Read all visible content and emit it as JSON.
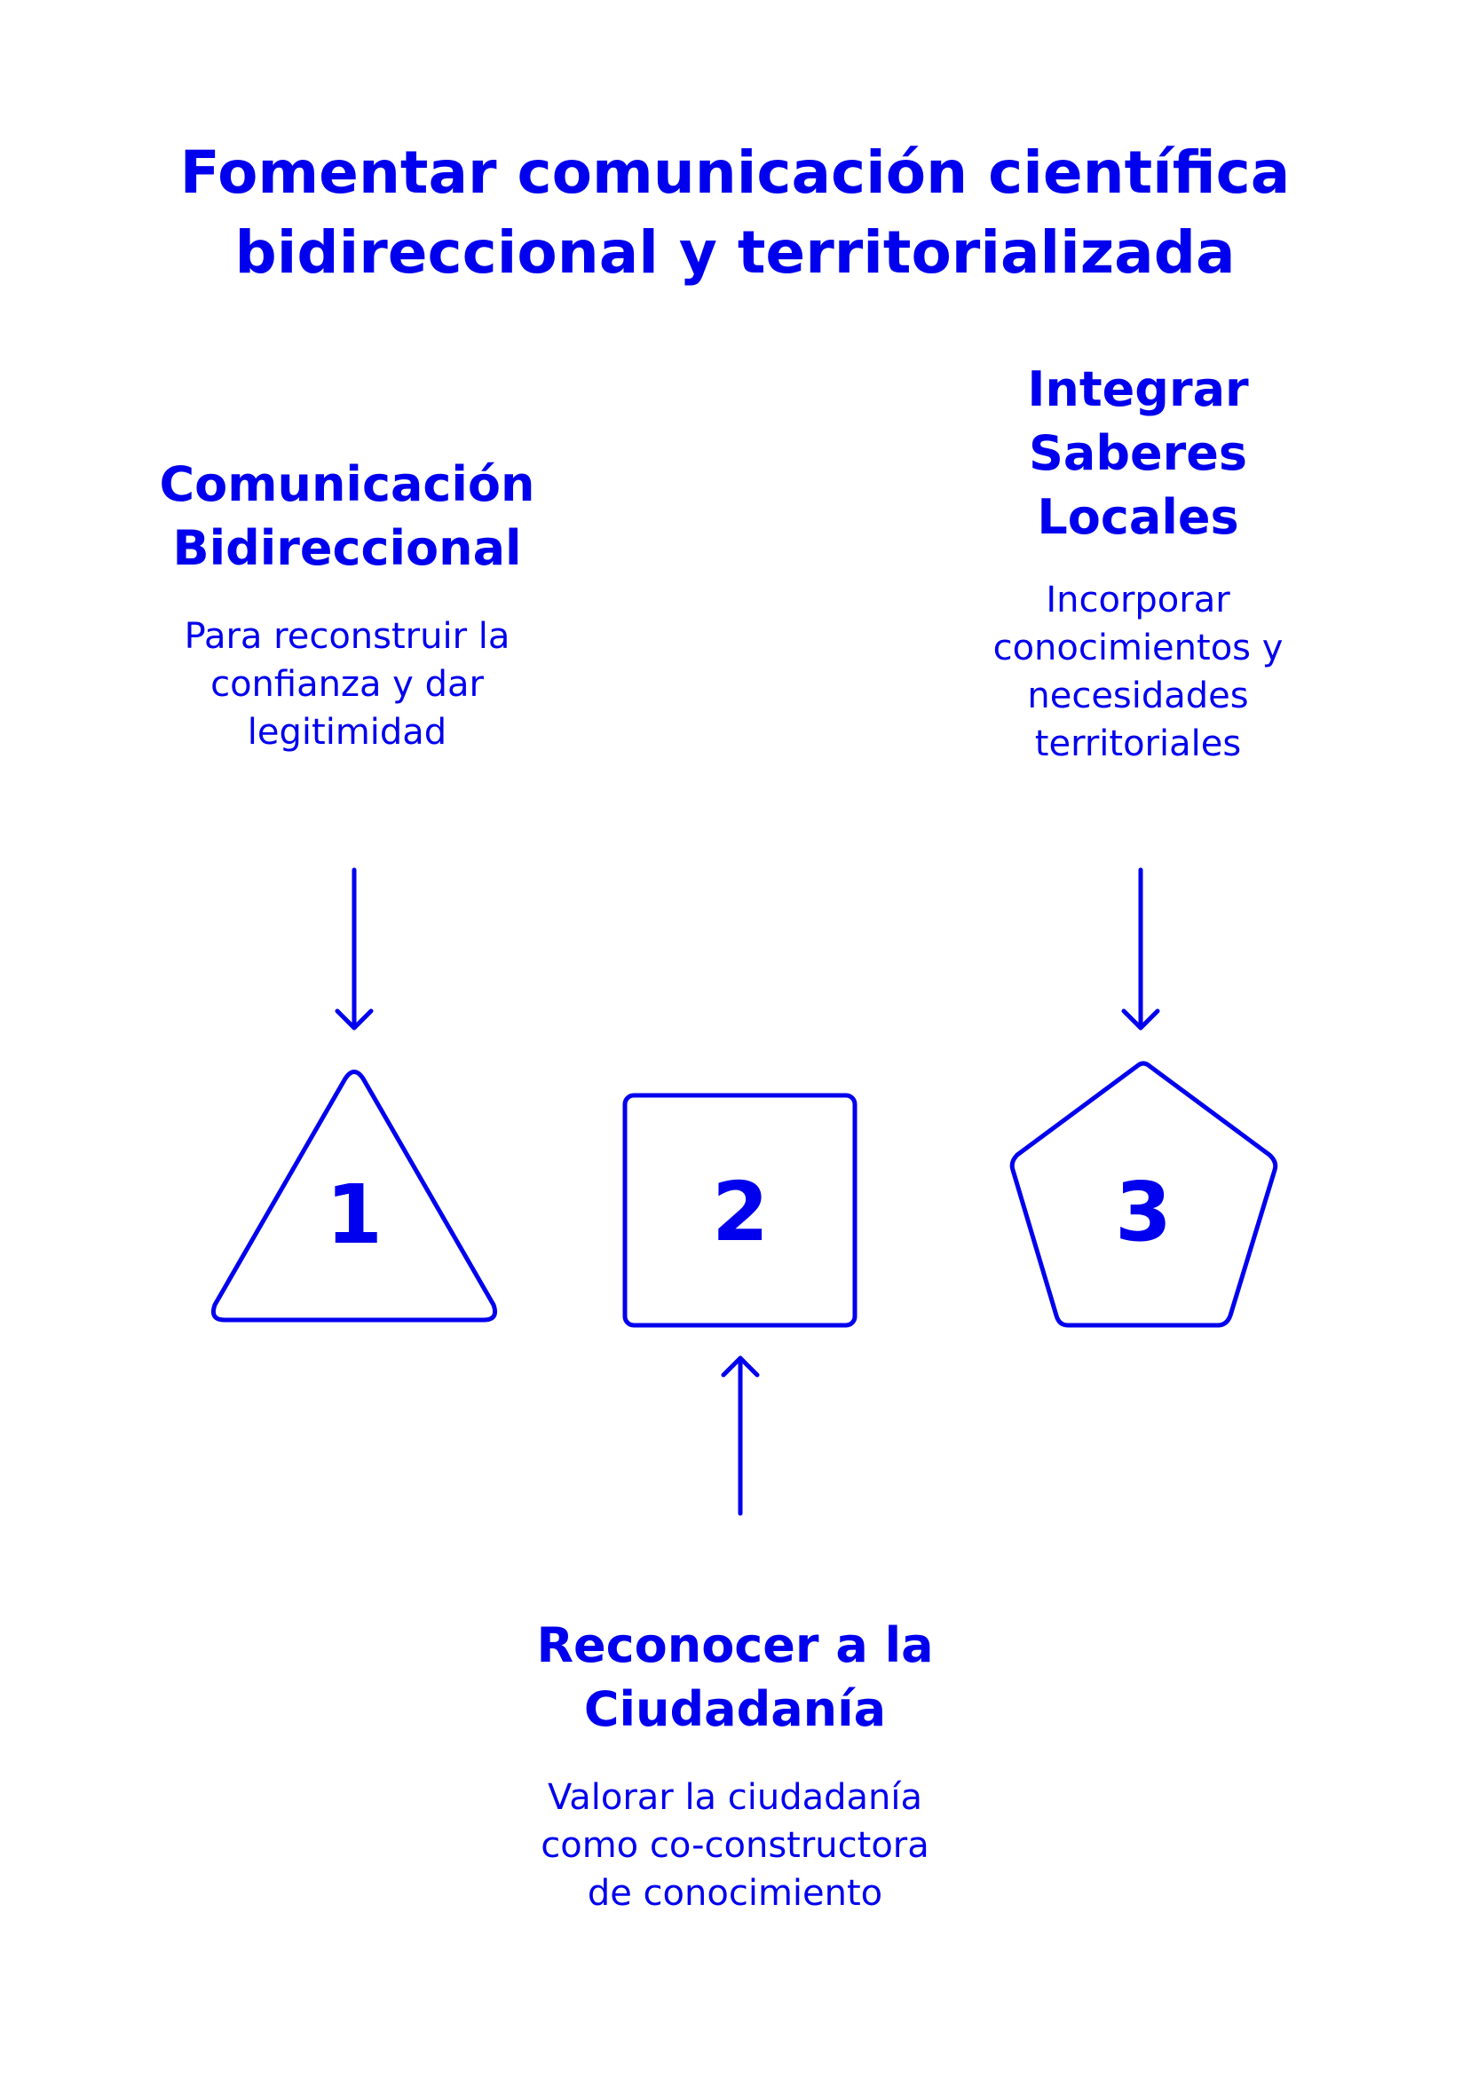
{
  "title": "Fomentar comunicación científica bidireccional y territorializada",
  "accent_color": "#0000ee",
  "steps": [
    {
      "number": "1",
      "shape": "triangle",
      "heading": "Comunicación Bidireccional",
      "description": "Para reconstruir la confianza y dar legitimidad"
    },
    {
      "number": "2",
      "shape": "square",
      "heading": "Reconocer a la Ciudadanía",
      "description": "Valorar la ciudadanía como co-constructora de conocimiento"
    },
    {
      "number": "3",
      "shape": "pentagon",
      "heading": "Integrar Saberes Locales",
      "description": "Incorporar conocimientos y necesidades territoriales"
    }
  ]
}
